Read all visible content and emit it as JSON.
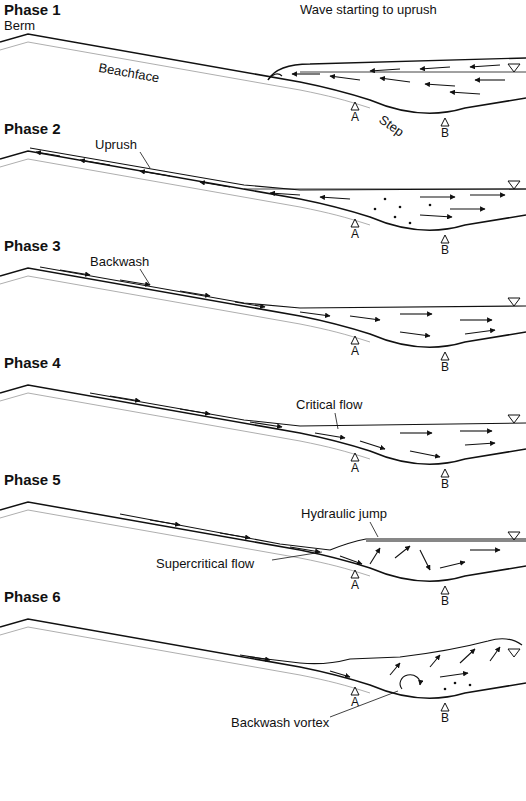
{
  "diagram": {
    "labels": [
      "Phase 1",
      "Berm",
      "Beachface",
      "Wave starting to uprush",
      "A",
      "Step",
      "B",
      "Phase 2",
      "Uprush",
      "A",
      "B",
      "Phase 3",
      "Backwash",
      "A",
      "B",
      "Phase 4",
      "Critical flow",
      "A",
      "B",
      "Phase 5",
      "Hydraulic jump",
      "A",
      "Supercritical flow",
      "B",
      "Phase 6",
      "A",
      "Backwash vortex",
      "B"
    ]
  }
}
